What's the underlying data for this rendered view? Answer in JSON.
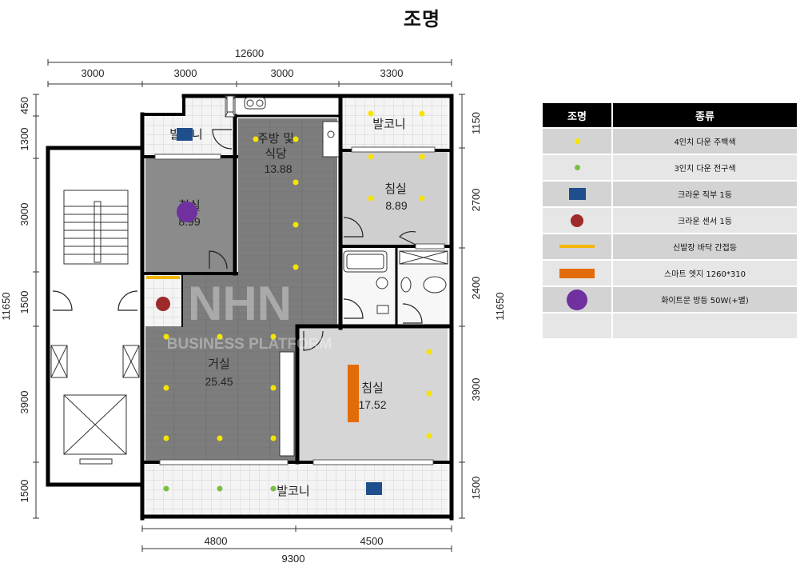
{
  "title": "조명",
  "dimensions": {
    "total_top": "12600",
    "top_segments": [
      "3000",
      "3000",
      "3000",
      "3300"
    ],
    "total_bottom": "9300",
    "bottom_segments": [
      "4800",
      "4500"
    ],
    "left_total": "11650",
    "left_segments": [
      "450",
      "1300",
      "3000",
      "1500",
      "3900",
      "1500"
    ],
    "right_total": "11650",
    "right_segments": [
      "1150",
      "2700",
      "2400",
      "3900",
      "1500"
    ]
  },
  "rooms": {
    "balcony_top_left": "발코니",
    "room_small": "침실",
    "room_small_area": "8.99",
    "kitchen_l1": "주방 및",
    "kitchen_l2": "식당",
    "kitchen_area": "13.88",
    "balcony_top_right": "발코니",
    "bedroom_right": "침실",
    "bedroom_right_area": "8.89",
    "living": "거실",
    "living_area": "25.45",
    "bedroom_main": "침실",
    "bedroom_main_area": "17.52",
    "balcony_bottom": "발코니"
  },
  "watermark": {
    "logo": "NHN",
    "text": "BUSINESS PLATFORM"
  },
  "legend": {
    "header_symbol": "조명",
    "header_type": "종류",
    "rows": [
      {
        "icon": "yellow-dot-icon",
        "color": "#f5e400",
        "label": "4인치 다운 주백색"
      },
      {
        "icon": "green-dot-icon",
        "color": "#77c043",
        "label": "3인치 다운 전구색"
      },
      {
        "icon": "blue-square-icon",
        "color": "#1f4e8c",
        "label": "크라운 직부 1등"
      },
      {
        "icon": "red-circle-icon",
        "color": "#9e2a2b",
        "label": "크라운 센서 1등"
      },
      {
        "icon": "yellow-line-icon",
        "color": "#f2b705",
        "label": "신발장 바닥 간접등"
      },
      {
        "icon": "orange-bar-icon",
        "color": "#e36c0a",
        "label": "스마트 엣지 1260*310"
      },
      {
        "icon": "purple-circle-icon",
        "color": "#7030a0",
        "label": "화이트문 방등 50W(+별)"
      },
      {
        "icon": "",
        "color": "",
        "label": ""
      }
    ]
  }
}
